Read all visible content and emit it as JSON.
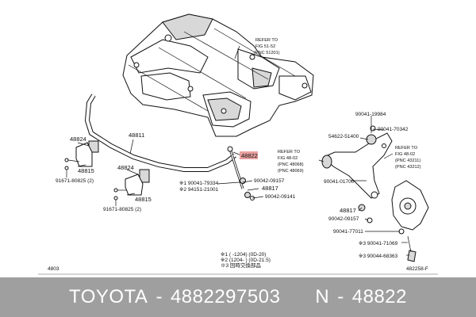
{
  "labels": {
    "refer_top_1": "REFER TO",
    "refer_top_2": "FIG 51-52",
    "refer_top_3": "(PNC 51201)",
    "p48824a": "48824",
    "p48815a": "48815",
    "p91671a": "91671-80825 (2)",
    "p48811": "48811",
    "p48824b": "48824",
    "p48815b": "48815",
    "p91671b": "91671-80825 (2)",
    "p48822": "48822",
    "p90041_79334": "※1  90041-79334",
    "p94151": "※2  94151-21001",
    "p90042_09157a": "90042-09157",
    "p48817a": "48817",
    "p90042_09141": "90042-09141",
    "p90041_19984": "90041-19984",
    "p54622": "54622-51400",
    "p90041_70342": "90041-70342",
    "refer_mid_1": "REFER TO",
    "refer_mid_2": "FIG 48-02",
    "refer_mid_3": "(PNC 48068)",
    "refer_mid_4": "(PNC 48069)",
    "p90041_01700": "90041-01700",
    "refer_right_1": "REFER TO",
    "refer_right_2": "FIG 48-02",
    "refer_right_3": "(PNC 43211)",
    "refer_right_4": "(PNC 43212)",
    "p48817b": "48817",
    "p90042_09157b": "90042-09157",
    "p90041_77011": "90041-77011",
    "p90041_71069": "※3  90041-71069",
    "p90044_68363": "※3  90044-68363",
    "note1": "※1  (     -1204)  (0D-20)",
    "note2": "※2  (1204-      )  (0D-21.5)",
    "note3": "※3  回時交換部品",
    "code_left": "4803",
    "code_right": "482258-F"
  },
  "footer": {
    "brand": "TOYOTA",
    "sep1": "-",
    "part_number": "4882297503",
    "prefix": "N",
    "sep2": "-",
    "pnc": "48822"
  },
  "colors": {
    "footer_bg": "#9f9f9f",
    "highlight": "#e8a0a0"
  }
}
